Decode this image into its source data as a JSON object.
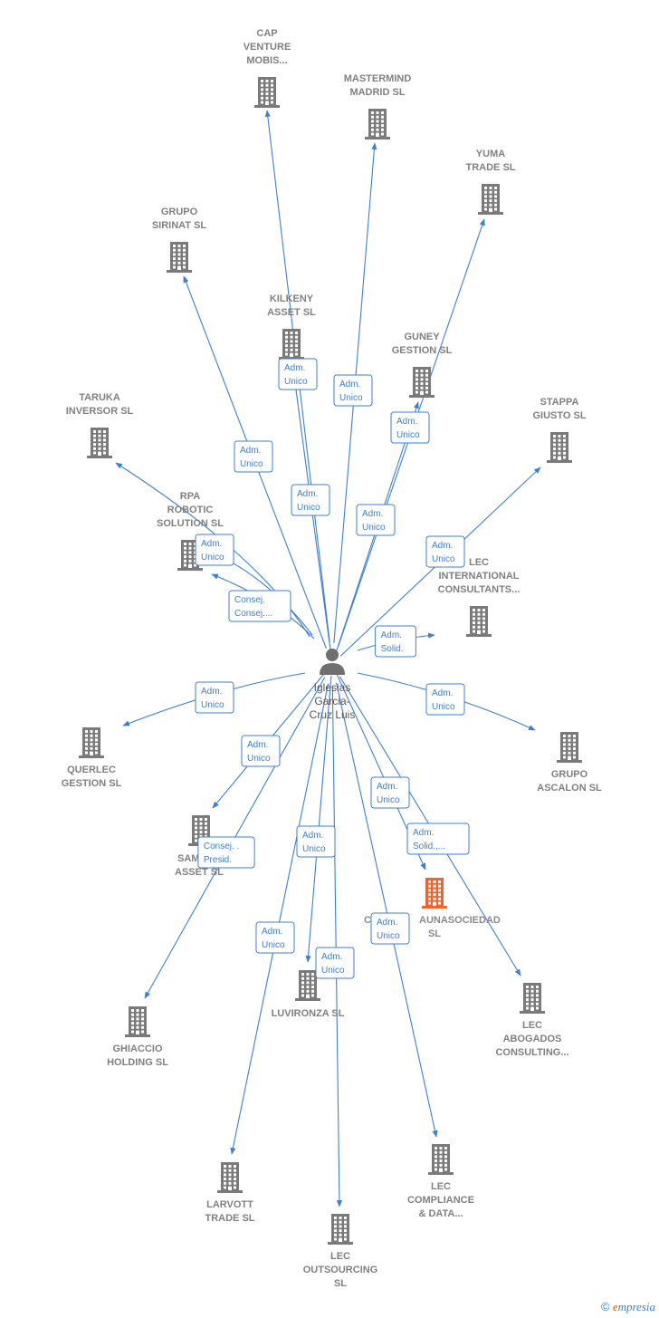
{
  "colors": {
    "accent": "#3d7fd6",
    "node": "#7a7a7a",
    "highlight": "#f0622e"
  },
  "center": {
    "name_lines": [
      "Iglesias",
      "Garcia-",
      "Cruz Luis"
    ],
    "icon": "person-icon"
  },
  "companies": [
    {
      "id": "cap-venture",
      "label_lines": [
        "CAP",
        "VENTURE",
        "MOBIS..."
      ],
      "icon": "building-icon"
    },
    {
      "id": "mastermind",
      "label_lines": [
        "MASTERMIND",
        "MADRID SL"
      ],
      "icon": "building-icon"
    },
    {
      "id": "yuma",
      "label_lines": [
        "YUMA",
        "TRADE SL"
      ],
      "icon": "building-icon"
    },
    {
      "id": "grupo-sirinat",
      "label_lines": [
        "GRUPO",
        "SIRINAT SL"
      ],
      "icon": "building-icon"
    },
    {
      "id": "kilkeny",
      "label_lines": [
        "KILKENY",
        "ASSET SL"
      ],
      "icon": "building-icon"
    },
    {
      "id": "guney",
      "label_lines": [
        "GUNEY",
        "GESTION SL"
      ],
      "icon": "building-icon"
    },
    {
      "id": "taruka",
      "label_lines": [
        "TARUKA",
        "INVERSOR SL"
      ],
      "icon": "building-icon"
    },
    {
      "id": "stappa",
      "label_lines": [
        "STAPPA",
        "GIUSTO SL"
      ],
      "icon": "building-icon"
    },
    {
      "id": "rpa",
      "label_lines": [
        "RPA",
        "ROBOTIC",
        "SOLUTION SL"
      ],
      "icon": "building-icon"
    },
    {
      "id": "lec-international",
      "label_lines": [
        "LEC",
        "INTERNATIONAL",
        "CONSULTANTS..."
      ],
      "icon": "building-icon"
    },
    {
      "id": "querlec",
      "label_lines": [
        "QUERLEC",
        "GESTION SL"
      ],
      "icon": "building-icon"
    },
    {
      "id": "grupo-ascalon",
      "label_lines": [
        "GRUPO",
        "ASCALON SL"
      ],
      "icon": "building-icon"
    },
    {
      "id": "sam-asset",
      "label_lines": [
        "SAM",
        "ASSET SL"
      ],
      "icon": "building-icon"
    },
    {
      "id": "highlight",
      "label_lines": [
        "C",
        "AUNASOCIEDAD",
        "SL"
      ],
      "icon": "building-icon",
      "highlight": true
    },
    {
      "id": "ghiaccio",
      "label_lines": [
        "GHIACCIO",
        "HOLDING SL"
      ],
      "icon": "building-icon"
    },
    {
      "id": "luvironza",
      "label_lines": [
        "LUVIRONZA SL"
      ],
      "icon": "building-icon"
    },
    {
      "id": "lec-abogados",
      "label_lines": [
        "LEC",
        "ABOGADOS",
        "CONSULTING..."
      ],
      "icon": "building-icon"
    },
    {
      "id": "larvott",
      "label_lines": [
        "LARVOTT",
        "TRADE SL"
      ],
      "icon": "building-icon"
    },
    {
      "id": "lec-compliance",
      "label_lines": [
        "LEC",
        "COMPLIANCE",
        "& DATA..."
      ],
      "icon": "building-icon"
    },
    {
      "id": "lec-outsourcing",
      "label_lines": [
        "LEC",
        "OUTSOURCING",
        "SL"
      ],
      "icon": "building-icon"
    }
  ],
  "relations": [
    {
      "to": "cap-venture",
      "role_lines": [
        "Adm.",
        "Unico"
      ]
    },
    {
      "to": "mastermind",
      "role_lines": [
        "Adm.",
        "Unico"
      ]
    },
    {
      "to": "yuma",
      "role_lines": [
        "Adm.",
        "Unico"
      ]
    },
    {
      "to": "grupo-sirinat",
      "role_lines": [
        "Adm.",
        "Unico"
      ]
    },
    {
      "to": "kilkeny",
      "role_lines": [
        "Adm.",
        "Unico"
      ]
    },
    {
      "to": "guney",
      "role_lines": [
        "Adm.",
        "Unico"
      ]
    },
    {
      "to": "taruka",
      "role_lines": [
        "Adm.",
        "Unico"
      ]
    },
    {
      "to": "stappa",
      "role_lines": [
        "Adm.",
        "Unico"
      ]
    },
    {
      "to": "rpa",
      "role_lines": [
        "Consej.",
        "Consej...."
      ]
    },
    {
      "to": "lec-international",
      "role_lines": [
        "Adm.",
        "Solid."
      ]
    },
    {
      "to": "querlec",
      "role_lines": [
        "Adm.",
        "Unico"
      ]
    },
    {
      "to": "grupo-ascalon",
      "role_lines": [
        "Adm.",
        "Unico"
      ]
    },
    {
      "to": "sam-asset",
      "role_lines": [
        "Adm.",
        "Unico"
      ]
    },
    {
      "to": "highlight",
      "role_lines": [
        "Adm.",
        "Unico"
      ]
    },
    {
      "to": "ghiaccio",
      "role_lines": [
        "Consej. .",
        "Presid."
      ]
    },
    {
      "to": "luvironza",
      "role_lines": [
        "Adm.",
        "Unico"
      ]
    },
    {
      "to": "lec-abogados",
      "role_lines": [
        "Adm.",
        "Solid.,..."
      ]
    },
    {
      "to": "larvott",
      "role_lines": [
        "Adm.",
        "Unico"
      ]
    },
    {
      "to": "lec-compliance",
      "role_lines": [
        "Adm.",
        "Unico"
      ]
    },
    {
      "to": "lec-outsourcing",
      "role_lines": [
        "Adm.",
        "Unico"
      ]
    }
  ],
  "footer": {
    "copyright": "©",
    "brand_first": "e",
    "brand_rest": "mpresia"
  }
}
